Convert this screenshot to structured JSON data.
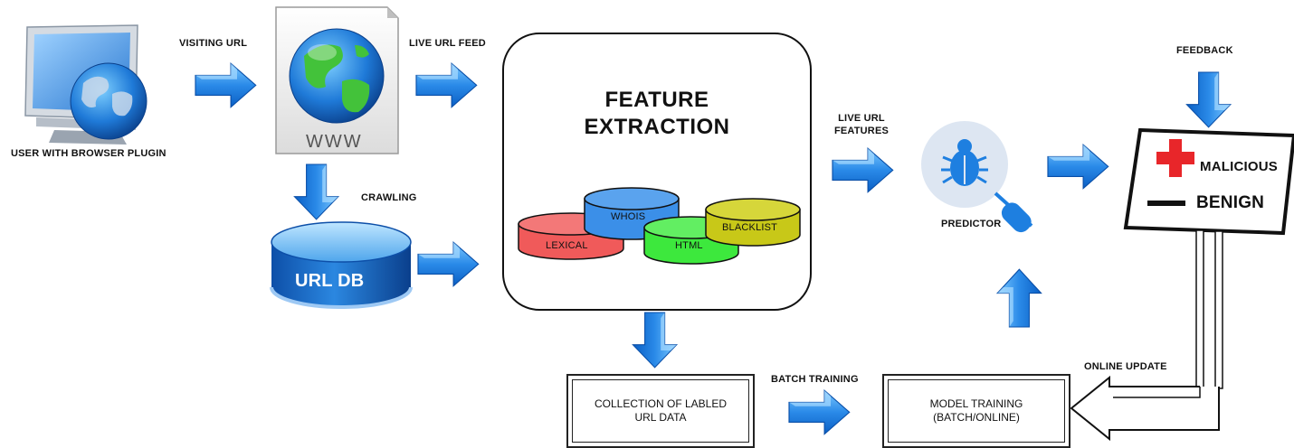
{
  "labels": {
    "user": "USER WITH BROWSER PLUGIN",
    "visiting_url": "VISITING URL",
    "www": "WWW",
    "live_url_feed": "LIVE URL FEED",
    "crawling": "CRAWLING",
    "url_db": "URL DB",
    "feature_extraction_line1": "FEATURE",
    "feature_extraction_line2": "EXTRACTION",
    "lexical": "LEXICAL",
    "whois": "WHOIS",
    "html": "HTML",
    "blacklist": "BLACKLIST",
    "live_url_features_line1": "LIVE URL",
    "live_url_features_line2": "FEATURES",
    "predictor": "PREDICTOR",
    "feedback": "FEEDBACK",
    "malicious": "MALICIOUS",
    "benign": "BENIGN",
    "online_update": "ONLINE UPDATE",
    "batch_training": "BATCH TRAINING",
    "collection_line1": "COLLECTION OF LABLED",
    "collection_line2": "URL DATA",
    "model_training_line1": "MODEL TRAINING",
    "model_training_line2": "(BATCH/ONLINE)"
  },
  "colors": {
    "arrow_blue": "#1e7fe0",
    "arrow_light": "#6fc0ff",
    "lexical": "#f05a5a",
    "whois": "#3b8fe8",
    "html": "#3de83d",
    "blacklist": "#c8c818",
    "predictor_bg": "#dde6f2",
    "malicious_red": "#e8262a"
  }
}
